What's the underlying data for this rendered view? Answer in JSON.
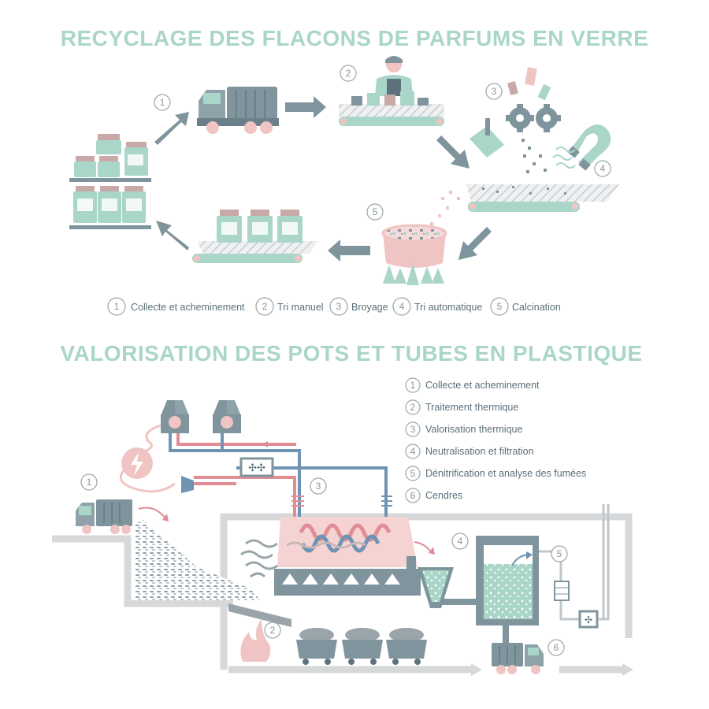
{
  "top": {
    "title": "RECYCLAGE DES FLACONS DE PARFUMS EN VERRE",
    "legend": [
      {
        "n": "1",
        "label": "Collecte et acheminement"
      },
      {
        "n": "2",
        "label": "Tri manuel"
      },
      {
        "n": "3",
        "label": "Broyage"
      },
      {
        "n": "4",
        "label": "Tri automatique"
      },
      {
        "n": "5",
        "label": "Calcination"
      }
    ],
    "step_numbers": [
      "1",
      "2",
      "3",
      "4",
      "5"
    ]
  },
  "bottom": {
    "title": "VALORISATION DES POTS ET TUBES EN PLASTIQUE",
    "legend": [
      {
        "n": "1",
        "label": "Collecte et acheminement"
      },
      {
        "n": "2",
        "label": "Traitement thermique"
      },
      {
        "n": "3",
        "label": "Valorisation thermique"
      },
      {
        "n": "4",
        "label": "Neutralisation et filtration"
      },
      {
        "n": "5",
        "label": "Dénitrification et analyse des fumées"
      },
      {
        "n": "6",
        "label": "Cendres"
      }
    ],
    "step_numbers": [
      "1",
      "2",
      "3",
      "4",
      "5",
      "6"
    ]
  },
  "colors": {
    "mint": "#a9d6c9",
    "slate": "#7f949d",
    "slate_dark": "#5d727c",
    "pink": "#f0c4c3",
    "red_pipe": "#e08d94",
    "blue_pipe": "#6f93b3",
    "grey_floor": "#d6d8d9"
  }
}
